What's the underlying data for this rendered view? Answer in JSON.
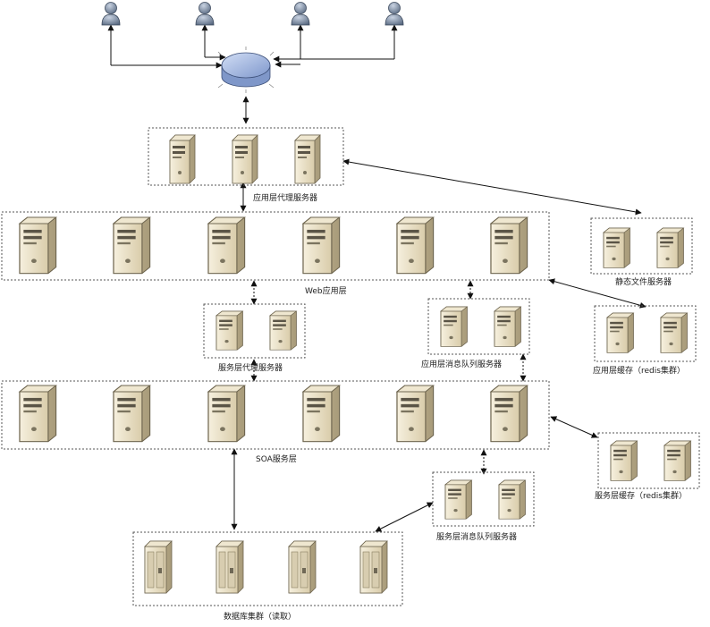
{
  "labels": {
    "app_proxy": "应用层代理服务器",
    "web_layer": "Web应用层",
    "static_servers": "静态文件服务器",
    "svc_proxy": "服务层代理服务器",
    "app_mq": "应用层消息队列服务器",
    "app_cache": "应用层缓存（redis集群）",
    "soa_layer": "SOA服务层",
    "svc_cache": "服务层缓存（redis集群）",
    "svc_mq": "服务层消息队列服务器",
    "db_cluster": "数据库集群（读取）"
  },
  "icons": {
    "user": "user-icon",
    "router": "router-icon",
    "server": "server-tower-icon",
    "database": "database-server-icon"
  },
  "colors": {
    "server_body": "#e9dfc4",
    "server_side": "#cbbf9d",
    "router": "#a9bde4",
    "user": "#6c7f9a"
  }
}
